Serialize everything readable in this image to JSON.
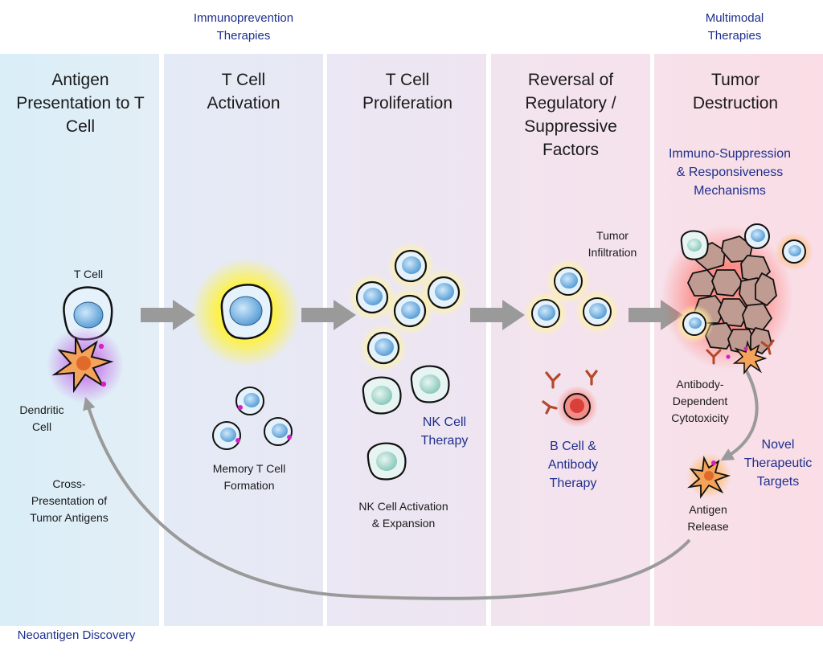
{
  "top_labels": {
    "immunoprevention": "Immunoprevention Therapies",
    "multimodal": "Multimodal Therapies"
  },
  "bottom_label": "Neoantigen Discovery",
  "stages": [
    {
      "title": "Antigen Presentation to T Cell"
    },
    {
      "title": "T Cell Activation"
    },
    {
      "title": "T Cell Proliferation"
    },
    {
      "title": "Reversal of Regulatory / Suppressive Factors"
    },
    {
      "title": "Tumor Destruction"
    }
  ],
  "labels": {
    "t_cell": "T Cell",
    "dendritic_cell": "Dendritic Cell",
    "cross_presentation": "Cross-Presentation of Tumor Antigens",
    "memory_t_cell": "Memory T Cell Formation",
    "nk_cell_therapy": "NK Cell Therapy",
    "nk_activation": "NK Cell Activation & Expansion",
    "tumor_infiltration": "Tumor Infiltration",
    "b_cell_therapy": "B Cell & Antibody Therapy",
    "immunosuppression": "Immuno-Suppression & Responsiveness Mechanisms",
    "adcc": "Antibody-Dependent Cytotoxicity",
    "novel_targets": "Novel Therapeutic Targets",
    "antigen_release": "Antigen Release"
  },
  "colors": {
    "t_cell": "#bcdcf2",
    "nk_cell": "#d4ece6",
    "dendritic": "#f3a35a",
    "b_cell": "#e85a55",
    "antibody": "#b5472a",
    "tumor": "#b98f84",
    "arrow": "#9a9a9a",
    "blue_text": "#1e2f8e"
  }
}
